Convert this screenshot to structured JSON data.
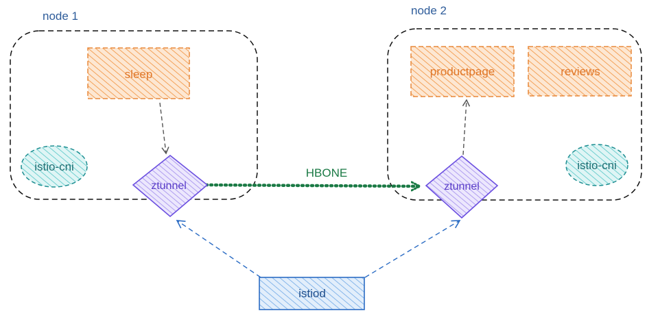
{
  "nodes": [
    {
      "label": "node 1"
    },
    {
      "label": "node 2"
    }
  ],
  "workloads": {
    "sleep": "sleep",
    "productpage": "productpage",
    "reviews": "reviews"
  },
  "cni": {
    "left": "istio-cni",
    "right": "istio-cni"
  },
  "ztunnel": {
    "left": "ztunnel",
    "right": "ztunnel"
  },
  "control_plane": {
    "label": "istiod"
  },
  "connection": {
    "label": "HBONE"
  },
  "colors": {
    "workload_stroke": "#e8893a",
    "workload_fill": "#f6a35c",
    "cni_stroke": "#1f8f92",
    "cni_fill": "#5cc8c8",
    "ztunnel_stroke": "#6b4fe0",
    "ztunnel_fill": "#9a86ea",
    "istiod_stroke": "#2b6cc4",
    "istiod_fill": "#7fb0e6",
    "hbone": "#1b7a45",
    "node_border": "#111111"
  }
}
